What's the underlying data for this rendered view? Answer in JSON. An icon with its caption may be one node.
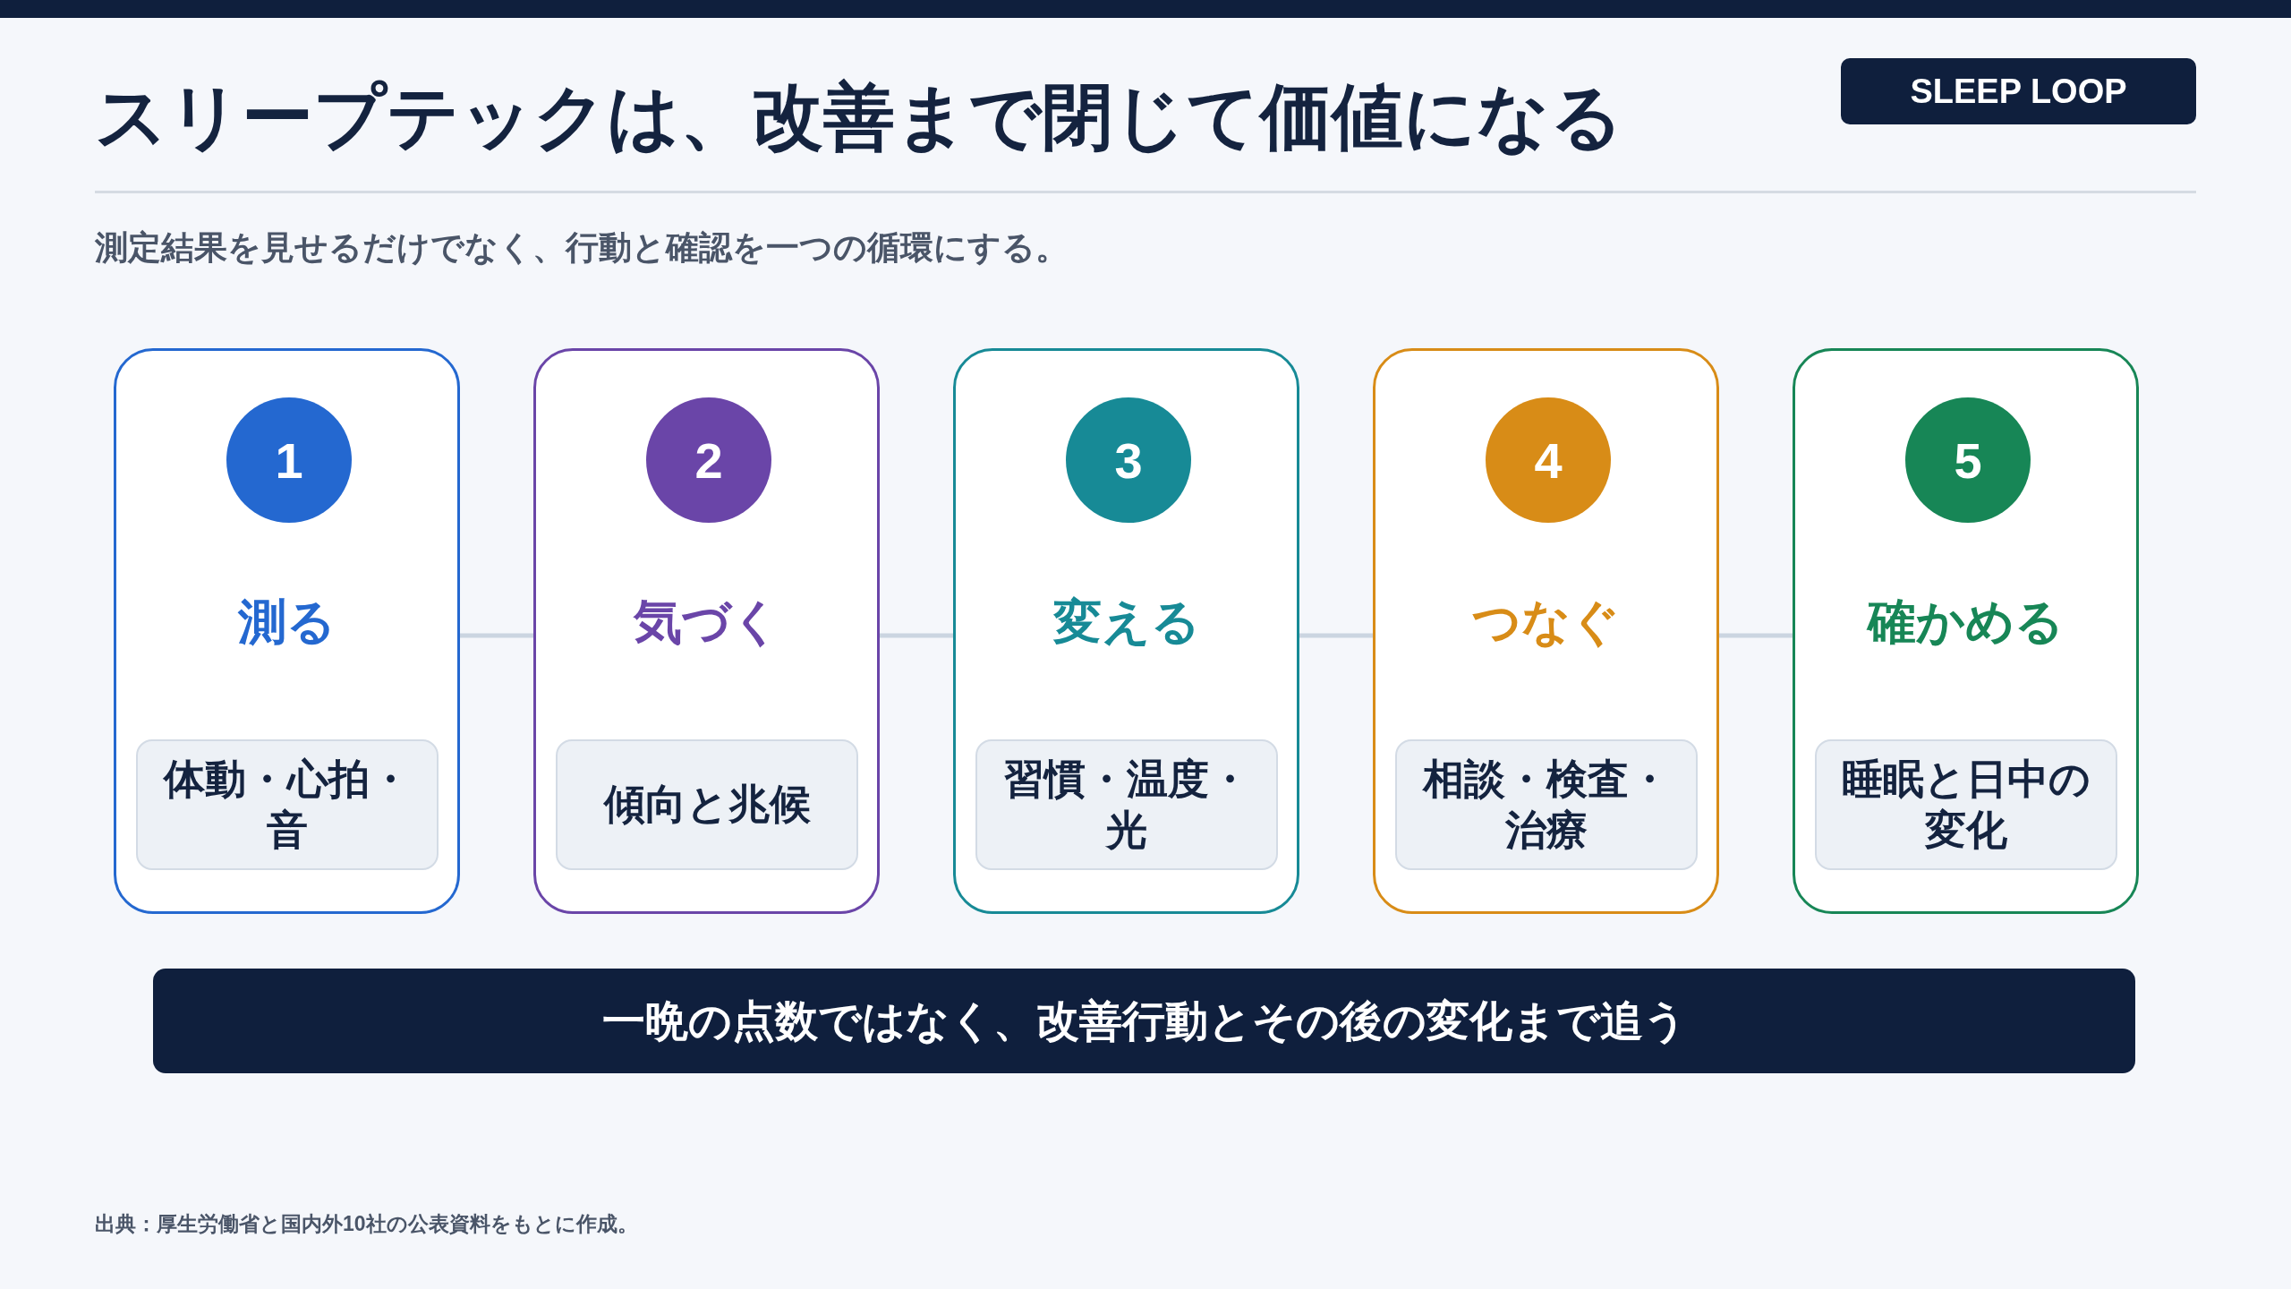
{
  "diagram": {
    "title": "スリープテックは、改善まで閉じて価値になる",
    "nodes": [
      {
        "text": [
          "測る"
        ]
      },
      {
        "text": [
          "1"
        ],
        "in": 0
      },
      {
        "text": [
          "体動・心拍・音"
        ],
        "in": 0
      },
      {
        "text": [
          "気づく"
        ]
      },
      {
        "text": [
          "2"
        ],
        "in": 3
      },
      {
        "text": [
          "傾向と兆候"
        ],
        "in": 3
      },
      {
        "text": [
          "変える"
        ]
      },
      {
        "text": [
          "3"
        ],
        "in": 6
      },
      {
        "text": [
          "習慣・温度・光"
        ],
        "in": 6
      },
      {
        "text": [
          "つなぐ"
        ]
      },
      {
        "text": [
          "4"
        ],
        "in": 9
      },
      {
        "text": [
          "相談・検査・治療"
        ],
        "in": 9
      },
      {
        "text": [
          "確かめる"
        ]
      },
      {
        "text": [
          "5"
        ],
        "in": 12
      },
      {
        "text": [
          "睡眠と日中の変化"
        ],
        "in": 12
      },
      {
        "text": [
          "一晩の点数ではなく、改善行動とその後の変化まで追う"
        ]
      },
      {
        "text": [
          "SLEEP LOOP"
        ]
      },
      {
        "text": [],
        "shape": "bar"
      }
    ],
    "edges": [
      {
        "from": 0,
        "to": 3,
        "arrow": "none"
      },
      {
        "from": 3,
        "to": 6,
        "arrow": "none"
      },
      {
        "from": 6,
        "to": 9,
        "arrow": "none"
      },
      {
        "from": 9,
        "to": 12,
        "arrow": "none"
      }
    ],
    "labels": [
      "測定結果を見せるだけでなく、行動と確認を一つの循環にする。",
      "出典：厚生労働省と国内外10社の公表資料をもとに作成。"
    ]
  }
}
